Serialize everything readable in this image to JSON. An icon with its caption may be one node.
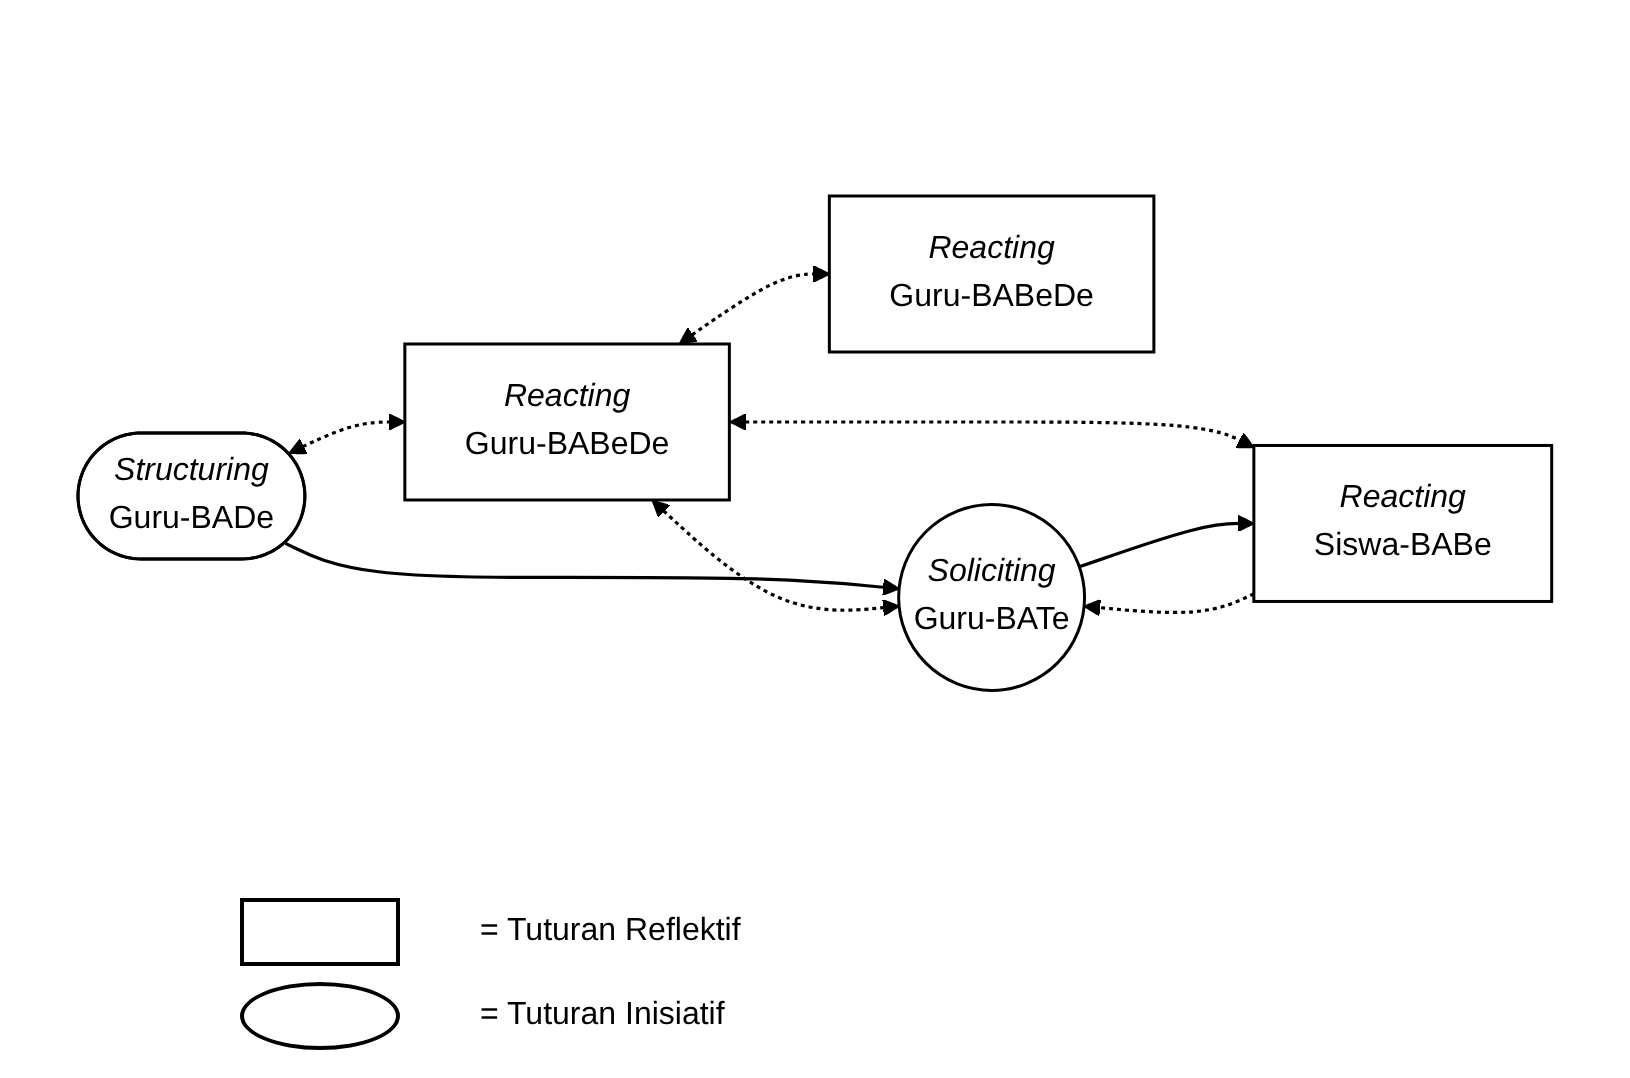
{
  "diagram": {
    "nodes": [
      {
        "text": [
          "Structuring",
          "Guru-BADe"
        ]
      },
      {
        "text": [
          "Reacting",
          "Guru-BABeDe"
        ]
      },
      {
        "text": [
          "Reacting",
          "Guru-BABeDe"
        ]
      },
      {
        "text": [
          "Soliciting",
          "Guru-BATe"
        ]
      },
      {
        "text": [
          "Reacting",
          "Siswa-BABe"
        ]
      }
    ],
    "edges": [
      {
        "from": 0,
        "to": 1,
        "arrow": "both",
        "style": "dashed"
      },
      {
        "from": 1,
        "to": 2,
        "arrow": "both",
        "style": "dashed"
      },
      {
        "from": 0,
        "to": 3,
        "arrow": "to"
      },
      {
        "from": 1,
        "to": 3,
        "arrow": "both",
        "style": "dashed"
      },
      {
        "from": 1,
        "to": 4,
        "arrow": "both",
        "style": "dashed"
      },
      {
        "from": 3,
        "to": 4,
        "arrow": "to"
      },
      {
        "from": 4,
        "to": 3,
        "arrow": "to",
        "style": "dashed"
      }
    ],
    "legend": [
      {
        "text": "= Tuturan Reflektif"
      },
      {
        "text": "= Tuturan Inisiatif"
      }
    ]
  }
}
